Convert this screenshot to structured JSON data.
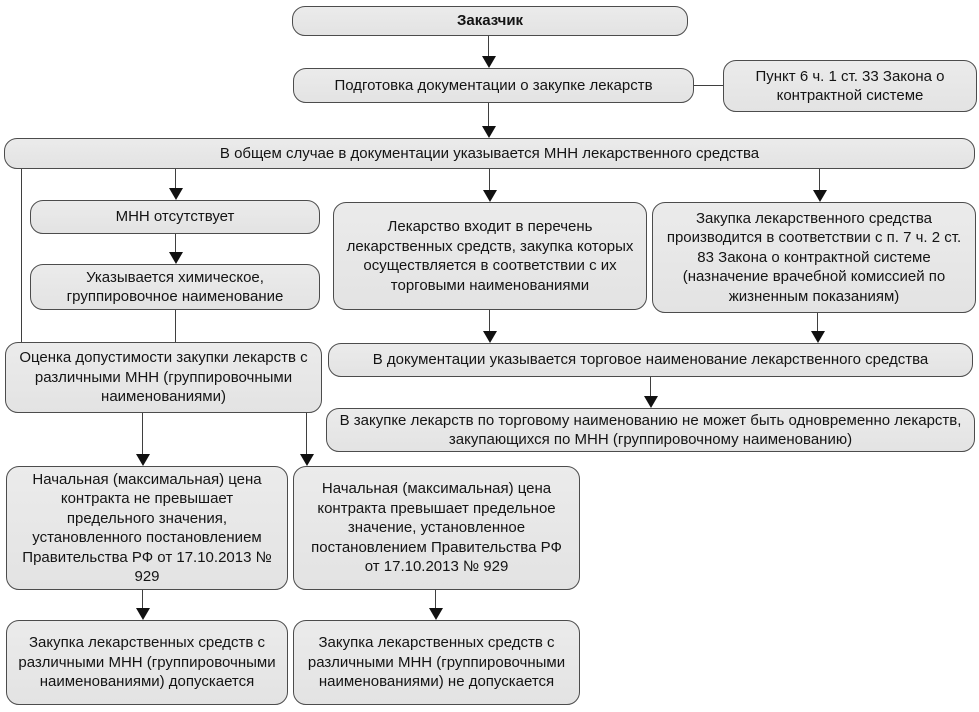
{
  "diagram": {
    "title_node": "Заказчик",
    "nodes": {
      "customer": "Заказчик",
      "preparation": "Подготовка документации о закупке лекарств",
      "law_ref": "Пункт 6 ч. 1 ст. 33 Закона о контрактной системе",
      "general_case": "В общем случае в документации указывается МНН лекарственного средства",
      "mnn_absent": "МНН отсутствует",
      "chemical_name": "Указывается химическое, группировочное наименование",
      "assessment": "Оценка допустимости закупки лекарств с различными МНН (группировочными наименованиями)",
      "list_trade_names": "Лекарство входит в перечень лекарственных средств, закупка которых осуществляется в соответствии с их торговыми наименованиями",
      "medical_commission": "Закупка лекарственного средства производится в соответствии с п. 7 ч. 2 ст. 83 Закона о контрактной системе (назначение врачебной комиссией по жизненным показаниям)",
      "trade_name_docs": "В документации указывается торговое наименование лекарственного средства",
      "no_simultaneous": "В закупке лекарств по торговому наименованию не может быть одновременно лекарств, закупающихся по МНН (группировочному наименованию)",
      "price_not_exceeds": "Начальная (максимальная) цена контракта не превышает предельного значения, установленного постановлением Правительства РФ от 17.10.2013 № 929",
      "price_exceeds": "Начальная (максимальная) цена контракта превышает предельное значение, установленное постановлением Правительства РФ от 17.10.2013 № 929",
      "purchase_allowed": "Закупка лекарственных средств с различными МНН (группировочными наименованиями) допускается",
      "purchase_not_allowed": "Закупка лекарственных средств с различными МНН (группировочными наименованиями) не допускается"
    },
    "colors": {
      "node_fill": "#e7e7e7",
      "node_border": "#4c4c4c",
      "connector": "#3f3f3f",
      "arrowhead": "#111111",
      "text": "#141414",
      "background": "#ffffff"
    }
  }
}
